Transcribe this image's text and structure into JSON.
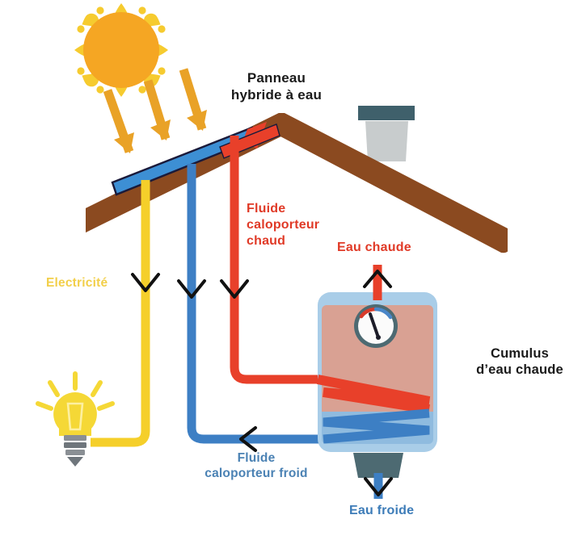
{
  "diagram": {
    "title": "Panneau solaire hybride a eau - schema",
    "background_color": "#ffffff",
    "labels": {
      "panel": "Panneau\nhybride à eau",
      "hot_fluid": "Fluide\ncaloporteur\nchaud",
      "cold_fluid": "Fluide\ncaloporteur froid",
      "electricity": "Electricité",
      "hot_water": "Eau chaude",
      "cold_water": "Eau froide",
      "tank": "Cumulus\nd’eau chaude"
    },
    "colors": {
      "sun_disc": "#f5a623",
      "sun_rays": "#f6cb2f",
      "sun_arrows": "#e9a227",
      "roof_brown": "#8b4a20",
      "panel_blue": "#3d8fd4",
      "panel_red": "#e8402a",
      "panel_outline": "#1a1a3a",
      "pipe_red": "#e8402a",
      "pipe_blue": "#3d7fc4",
      "wire_yellow": "#f5cf2a",
      "arrow_black": "#111111",
      "tank_shell": "#a9cde8",
      "tank_hot": "#d9a193",
      "tank_cold": "#8fbbdf",
      "tank_base": "#4d6a72",
      "chimney_cap": "#3f606b",
      "chimney_body": "#c8cccd",
      "gauge_ring": "#4d6a72",
      "gauge_face": "#fbfbfb",
      "gauge_arc_red": "#d83a2a",
      "gauge_arc_blue": "#4a86c8",
      "bulb_yellow": "#f5d836",
      "bulb_base": "#8a8f94",
      "text_dark": "#1a1a1a",
      "text_red": "#e03a27",
      "text_blue": "#3d7cb8",
      "text_steel": "#4b82b4",
      "text_yellow": "#f2cf4a"
    },
    "elements": {
      "sun": "sun",
      "sun_arrow_count": 3,
      "chimney": "chimney",
      "roof": "roof",
      "panel": "hybrid-solar-panel",
      "bulb": "light-bulb",
      "tank": "hot-water-tank",
      "gauge": "temperature-gauge",
      "red_coil": "hot-heat-exchanger-coil",
      "blue_coil": "cold-heat-exchanger-coil"
    }
  }
}
